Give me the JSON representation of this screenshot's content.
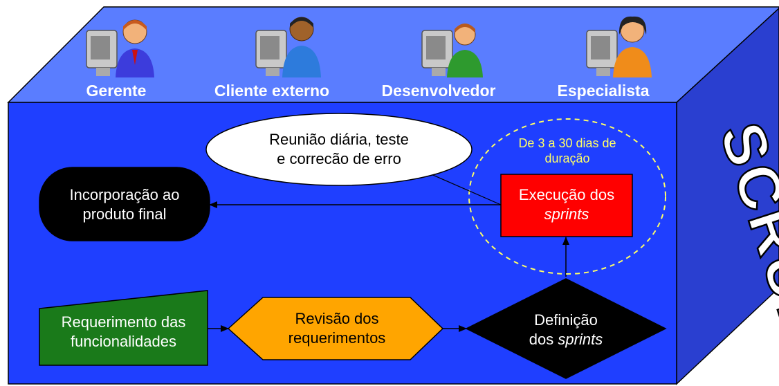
{
  "roles": [
    {
      "label": "Gerente",
      "icon": "manager-user-icon",
      "color": "#3c3cdc"
    },
    {
      "label": "Cliente externo",
      "icon": "client-user-icon",
      "color": "#2d7bdc"
    },
    {
      "label": "Desenvolvedor",
      "icon": "developer-user-icon",
      "color": "#2e9a2e"
    },
    {
      "label": "Especialista",
      "icon": "specialist-user-icon",
      "color": "#f08c1a"
    }
  ],
  "side_label": "SCRUM",
  "nodes": {
    "requirements": {
      "line1": "Requerimento das",
      "line2": "funcionalidades",
      "color": "#1a7a1a"
    },
    "review": {
      "line1": "Revisão dos",
      "line2": "requerimentos",
      "color": "#ffa500"
    },
    "definition": {
      "line1": "Definição",
      "line2_prefix": "dos ",
      "line2_italic": "sprints",
      "color": "#000000"
    },
    "execution": {
      "line1": "Execução dos",
      "line2_italic": "sprints",
      "color": "#ff0000"
    },
    "final": {
      "line1": "Incorporação ao",
      "line2": "produto final",
      "color": "#000000"
    }
  },
  "callout": {
    "line1": "Reunião diária, teste",
    "line2": "e correcão de erro"
  },
  "duration": {
    "line1": "De 3 a 30 dias de",
    "line2": "duração",
    "color": "#ffff66"
  },
  "colors": {
    "front": "#1f3fff",
    "top": "#5a7dff",
    "side": "#2a3fd0",
    "outline": "#000000"
  }
}
